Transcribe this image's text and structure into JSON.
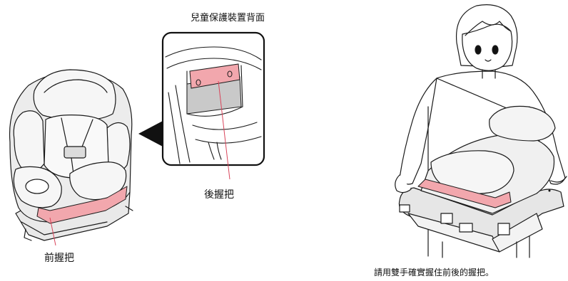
{
  "labels": {
    "inset_title": "兒童保護裝置背面",
    "rear_grip": "後握把",
    "front_grip": "前握把",
    "caption": "請用雙手確實握住前後的握把。"
  },
  "colors": {
    "grip_highlight": "#f2a7ad",
    "leader_line": "#d9445a",
    "outline": "#1a1a1a",
    "seat_fill": "#f2f2f2",
    "shade": "#d0d0d0"
  },
  "figures": [
    "car-seat-front-view",
    "car-seat-rear-inset",
    "person-carrying-car-seat"
  ]
}
